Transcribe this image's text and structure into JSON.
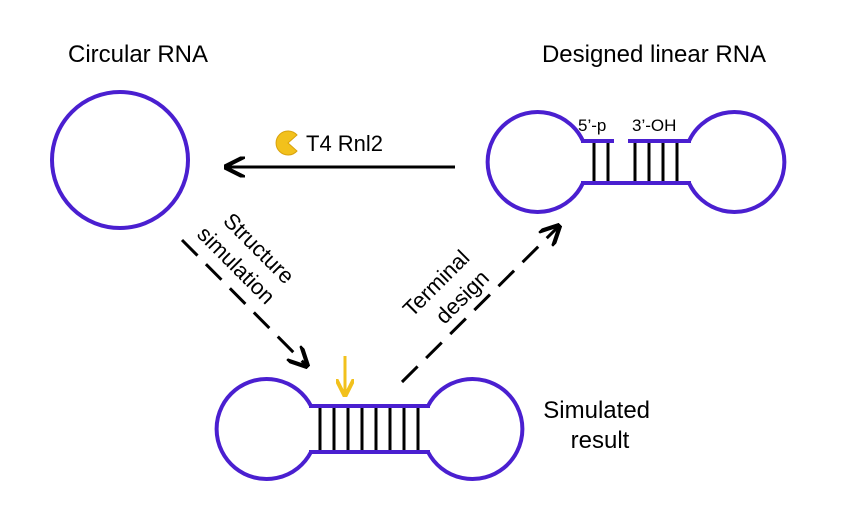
{
  "labels": {
    "circular": "Circular RNA",
    "designed": "Designed linear RNA",
    "enzyme": "T4 Rnl2",
    "five_prime": "5’-p",
    "three_prime": "3’-OH",
    "structure": "Structure",
    "simulation": "simulation",
    "terminal": "Terminal",
    "design": "design",
    "simulated": "Simulated",
    "result": "result"
  },
  "colors": {
    "rna": "#4a1fd0",
    "pacman": "#f2c11c",
    "marker": "#f2c11c",
    "ink": "#000000"
  },
  "icons": {
    "enzyme": "pacman-icon",
    "cut_marker": "arrow-down-icon"
  }
}
